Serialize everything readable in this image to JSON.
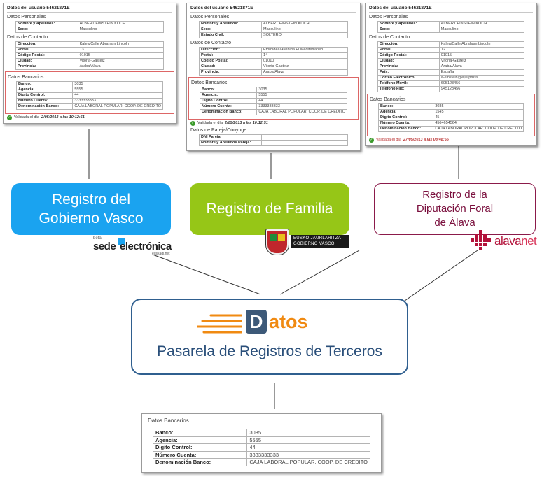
{
  "left_panel": {
    "user_id": "Datos del usuario 54621871E",
    "personal_title": "Datos Personales",
    "personal": [
      {
        "k": "Nombre y Apellidos:",
        "v": "ALBERT EINSTEIN KOCH"
      },
      {
        "k": "Sexo:",
        "v": "Masculino"
      }
    ],
    "contact_title": "Datos de Contacto",
    "contact": [
      {
        "k": "Dirección:",
        "v": "Kalea/Calle Abraham Lincoln"
      },
      {
        "k": "Portal:",
        "v": "13"
      },
      {
        "k": "Código Postal:",
        "v": "01015"
      },
      {
        "k": "Ciudad:",
        "v": "Vitoria-Gasteiz"
      },
      {
        "k": "Provincia:",
        "v": "Araba/Álava"
      }
    ],
    "bank_title": "Datos Bancarios",
    "bank": [
      {
        "k": "Banco:",
        "v": "3035"
      },
      {
        "k": "Agencia:",
        "v": "5555"
      },
      {
        "k": "Dígito Control:",
        "v": "44"
      },
      {
        "k": "Número Cuenta:",
        "v": "3333333333"
      },
      {
        "k": "Denominación Banco:",
        "v": "CAJA LABORAL POPULAR. COOP. DE CREDITO"
      }
    ],
    "validated_prefix": "Validada el día",
    "validated_when": "2/05/2013 a las 10:12:51"
  },
  "center_panel": {
    "user_id": "Datos del usuario 54621871E",
    "personal_title": "Datos Personales",
    "personal": [
      {
        "k": "Nombre y Apellidos:",
        "v": "ALBERT EINSTEIN KOCH"
      },
      {
        "k": "Sexo:",
        "v": "Masculino"
      },
      {
        "k": "Estado Civil:",
        "v": "SOLTERO"
      }
    ],
    "contact_title": "Datos de Contacto",
    "contact": [
      {
        "k": "Dirección:",
        "v": "Etorbidea/Avenida El Mediterráneo"
      },
      {
        "k": "Portal:",
        "v": "14"
      },
      {
        "k": "Código Postal:",
        "v": "01010"
      },
      {
        "k": "Ciudad:",
        "v": "Vitoria-Gasteiz"
      },
      {
        "k": "Provincia:",
        "v": "Araba/Álava"
      }
    ],
    "bank_title": "Datos Bancarios",
    "bank": [
      {
        "k": "Banco:",
        "v": "3035"
      },
      {
        "k": "Agencia:",
        "v": "5555"
      },
      {
        "k": "Dígito Control:",
        "v": "44"
      },
      {
        "k": "Número Cuenta:",
        "v": "3333333333"
      },
      {
        "k": "Denominación Banco:",
        "v": "CAJA LABORAL POPULAR. COOP. DE CREDITO"
      }
    ],
    "validated_prefix": "Validada el día",
    "validated_when": "2/05/2013 a las 10:12:51",
    "partner_title": "Datos de Pareja/Cónyuge",
    "partner": [
      {
        "k": "DNI Pareja:",
        "v": ""
      },
      {
        "k": "Nombre y Apellidos Pareja:",
        "v": ""
      }
    ]
  },
  "right_panel": {
    "user_id": "Datos del usuario 54621871E",
    "personal_title": "Datos Personales",
    "personal": [
      {
        "k": "Nombre y Apellidos:",
        "v": "ALBERT EINSTEIN KOCH"
      },
      {
        "k": "Sexo:",
        "v": "Masculino"
      }
    ],
    "contact_title": "Datos de Contacto",
    "contact": [
      {
        "k": "Dirección:",
        "v": "Kalea/Calle Abraham Lincoln"
      },
      {
        "k": "Portal:",
        "v": "12"
      },
      {
        "k": "Código Postal:",
        "v": "01015"
      },
      {
        "k": "Ciudad:",
        "v": "Vitoria-Gasteiz"
      },
      {
        "k": "Provincia:",
        "v": "Araba/Álava"
      },
      {
        "k": "País:",
        "v": "España"
      },
      {
        "k": "Correo Electrónico:",
        "v": "a-einstein@ejie.pruss"
      },
      {
        "k": "Teléfono Móvil:",
        "v": "605123456"
      },
      {
        "k": "Teléfono Fijo:",
        "v": "945123456"
      }
    ],
    "bank_title": "Datos Bancarios",
    "bank": [
      {
        "k": "Banco:",
        "v": "3035"
      },
      {
        "k": "Agencia:",
        "v": "1545"
      },
      {
        "k": "Dígito Control:",
        "v": "45"
      },
      {
        "k": "Número Cuenta:",
        "v": "4564654564"
      },
      {
        "k": "Denominación Banco:",
        "v": "CAJA LABORAL POPULAR. COOP. DE CREDITO"
      }
    ],
    "validated_prefix": "Validada el día",
    "validated_when": "27/05/2013 a las 08:48:56"
  },
  "registries": {
    "vasco": "Registro del Gobierno Vasco",
    "familia": "Registro de Familia",
    "alava": "Registro de la Diputación Foral de Álava"
  },
  "logos": {
    "sede_beta": "beta",
    "sede_word": "sede",
    "sede_word2": "electrónica",
    "sede_sub": "euskadi.net",
    "gv_line1": "EUSKO JAURLARITZA",
    "gv_line2": "GOBIERNO VASCO",
    "alavanet_word": "alava",
    "alavanet_word2": "net"
  },
  "gateway": {
    "d_letter": "D",
    "word_rest": "atos",
    "subtitle": "Pasarela de Registros de Terceros"
  },
  "result": {
    "title": "Datos Bancarios",
    "rows": [
      {
        "k": "Banco:",
        "v": "3035"
      },
      {
        "k": "Agencia:",
        "v": "5555"
      },
      {
        "k": "Dígito Control:",
        "v": "44"
      },
      {
        "k": "Número Cuenta:",
        "v": "3333333333"
      },
      {
        "k": "Denominación Banco:",
        "v": "CAJA LABORAL POPULAR. COOP. DE CREDITO"
      }
    ]
  },
  "colors": {
    "vasco_blue": "#1aa3f0",
    "familia_green": "#96c617",
    "alava_maroon": "#7a0f3d",
    "gateway_navy": "#2f5f8f",
    "datos_orange": "#f08a12",
    "bank_red": "#dd6666"
  }
}
